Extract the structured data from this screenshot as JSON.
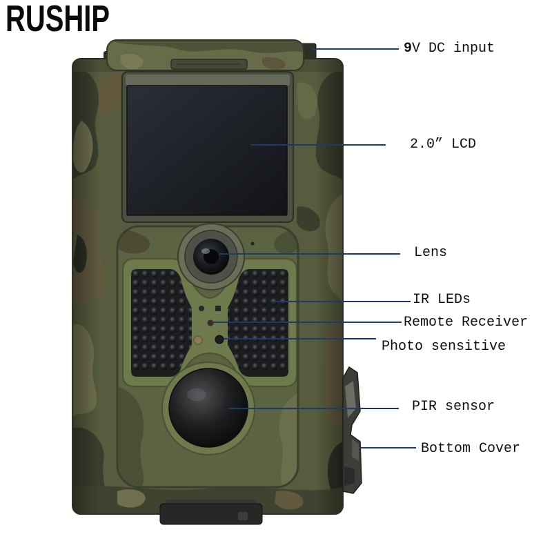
{
  "brand": "RUSHIP",
  "labels": {
    "dc_input": {
      "num": "9",
      "text": "V DC input"
    },
    "lcd": "2.0” LCD",
    "lens": "Lens",
    "ir_leds": "IR LEDs",
    "remote_receiver": "Remote Receiver",
    "photo_sensitive": "Photo sensitive",
    "pir_sensor": "PIR sensor",
    "bottom_cover": "Bottom Cover"
  },
  "colors": {
    "leader_line": "#1e3a66",
    "label_text": "#111111",
    "brand_text": "#0a0a0a",
    "camo_base": "#565c3d"
  }
}
